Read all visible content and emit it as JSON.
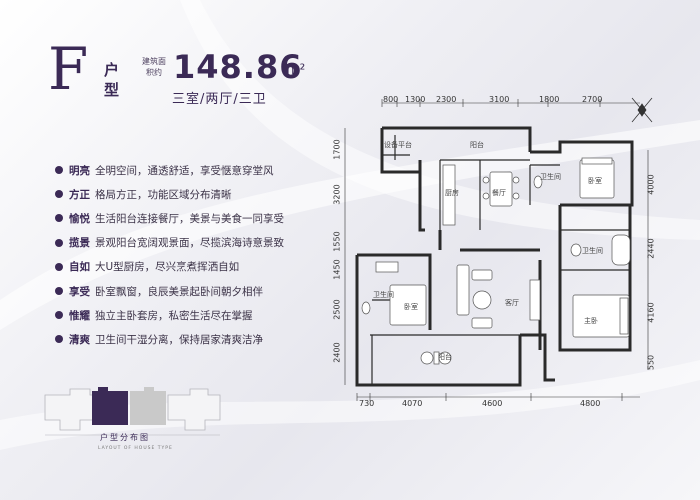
{
  "unit": {
    "letter": "F",
    "type_label": "户型",
    "area_label": "建筑面积约",
    "area_value": "148.86",
    "area_unit": "m²",
    "layout": "三室/两厅/三卫"
  },
  "features": [
    {
      "key": "明亮",
      "text": "全明空间，通透舒适，享受惬意穿堂风"
    },
    {
      "key": "方正",
      "text": "格局方正，功能区域分布清晰"
    },
    {
      "key": "愉悦",
      "text": "生活阳台连接餐厅，美景与美食一同享受"
    },
    {
      "key": "揽景",
      "text": "景观阳台宽阔观景面，尽揽滨海诗意景致"
    },
    {
      "key": "自如",
      "text": "大U型厨房，尽兴烹煮挥洒自如"
    },
    {
      "key": "享受",
      "text": "卧室飘窗，良辰美景起卧间朝夕相伴"
    },
    {
      "key": "惟耀",
      "text": "独立主卧套房，私密生活尽在掌握"
    },
    {
      "key": "清爽",
      "text": "卫生间干湿分离，保持居家清爽洁净"
    }
  ],
  "mini_map": {
    "caption": "户型分布图",
    "subtitle": "LAYOUT OF HOUSE TYPE"
  },
  "dimensions": {
    "top": [
      "800",
      "1300",
      "2300",
      "3100",
      "1800",
      "2700"
    ],
    "bottom": [
      "730",
      "4070",
      "4600",
      "4800"
    ],
    "left": [
      "1700",
      "3200",
      "1550",
      "1450",
      "2500",
      "2400"
    ],
    "right": [
      "4000",
      "2440",
      "4160",
      "550"
    ]
  },
  "rooms": {
    "equipment_platform": "设备平台",
    "balcony_top": "阳台",
    "kitchen": "厨房",
    "dining": "餐厅",
    "bathroom_1": "卫生间",
    "bedroom_1": "卧室",
    "bathroom_2": "卫生间",
    "bedroom_2": "卧室",
    "bathroom_3": "卫生间",
    "living": "客厅",
    "master_bedroom": "主卧",
    "balcony_bottom": "阳台"
  },
  "colors": {
    "brand": "#3b2a56",
    "highlight_unit": "#3b2a56",
    "neighbor_unit": "#c9c9c9"
  }
}
